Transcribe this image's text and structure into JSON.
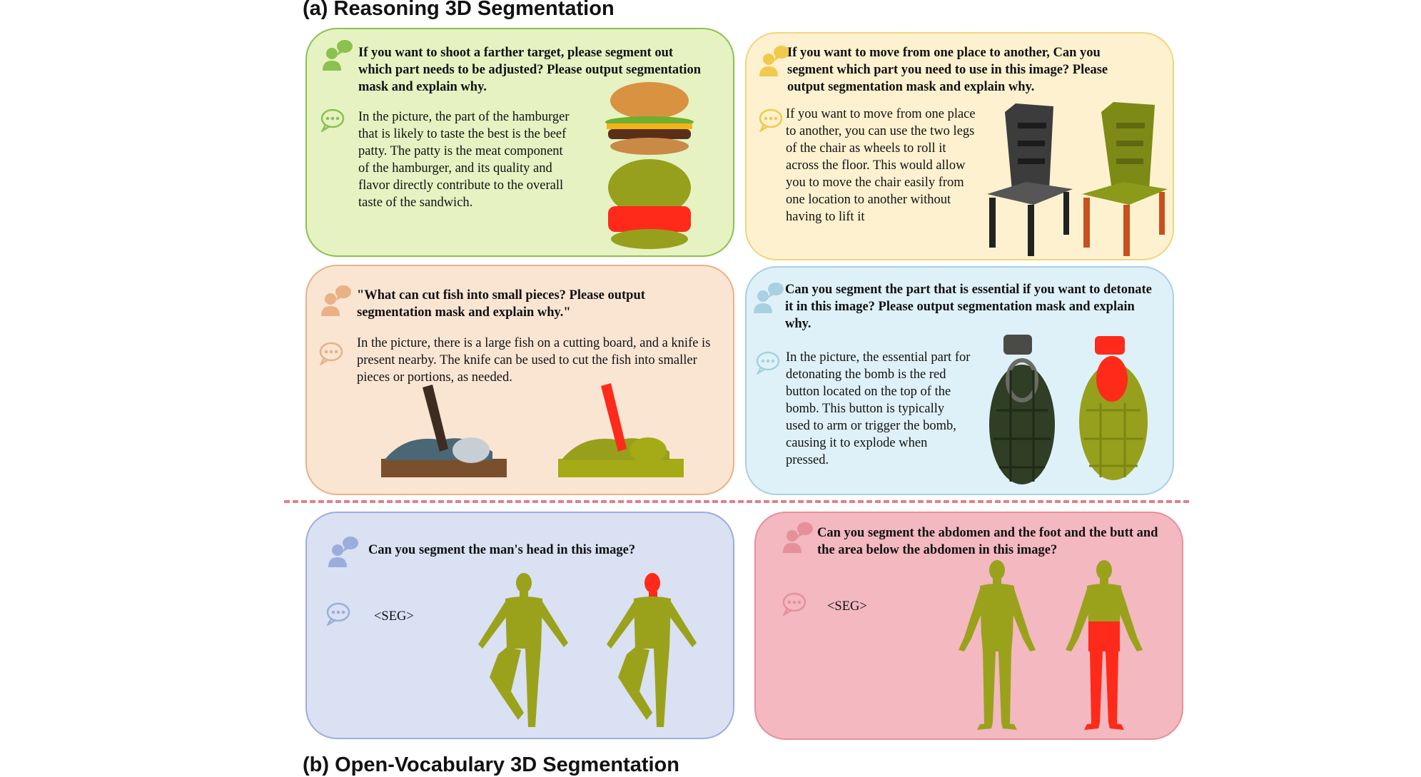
{
  "sections": {
    "a_title": "(a) Reasoning 3D Segmentation",
    "b_title": "(b) Open-Vocabulary 3D Segmentation"
  },
  "cards": {
    "burger": {
      "question": "If you want to shoot a farther target, please segment out which part needs to be adjusted? Please output segmentation mask and explain why.",
      "answer": "In the picture, the part of the hamburger that is likely to taste the best is the beef patty. The patty is the meat component of the hamburger, and its quality and flavor directly contribute to the overall taste of the sandwich."
    },
    "chair": {
      "question": "If you want to move from one place to another, Can you segment which part you need to use in this image? Please output segmentation mask and explain why.",
      "answer": "If you want to move from one place to another, you can use the two legs of the chair as wheels to roll it across the floor. This would allow you to move the chair easily from one location to another without having to lift it"
    },
    "fish": {
      "question": "\"What can cut fish into small pieces? Please output segmentation mask and explain why.\"",
      "answer": "In the picture, there is a large fish on a cutting board, and a knife is present nearby. The knife can be used to cut the fish into smaller pieces or portions, as needed."
    },
    "grenade": {
      "question": "Can you segment the part that is essential if you want to detonate it in this image? Please output segmentation mask and explain why.",
      "answer": "In the picture, the essential part for detonating the bomb is the red button located on the top of the bomb. This button is typically used to arm or trigger the bomb, causing it to explode when pressed."
    },
    "head": {
      "question": "Can you segment the man's head in this image?",
      "answer": "<SEG>"
    },
    "abdomen": {
      "question": "Can you segment the abdomen and the foot and the butt and the area below the abdomen in this image?",
      "answer": "<SEG>"
    }
  },
  "colors": {
    "green_bg": "#e6f2c2",
    "green_border": "#8cc04f",
    "yellow_bg": "#fdf1cf",
    "yellow_border": "#f2d57a",
    "peach_bg": "#fae5d3",
    "peach_border": "#eab184",
    "blue_bg": "#dff1f8",
    "blue_border": "#a9d0e0",
    "lavender_bg": "#d9e1f3",
    "lavender_border": "#9aaedc",
    "pink_bg": "#f3b8c0",
    "pink_border": "#e6909b",
    "mesh": "#9aa21c",
    "seg": "#ff2a1a"
  },
  "icons": [
    "user-question-icon",
    "chat-bubble-icon"
  ]
}
